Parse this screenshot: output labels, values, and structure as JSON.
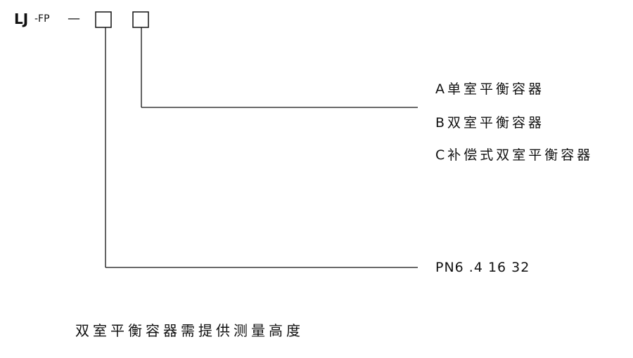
{
  "model_code": {
    "prefix": "LJ",
    "suffix": "-FP",
    "dash": "—"
  },
  "type_options": [
    "A单室平衡容器",
    "B双室平衡容器",
    "C补偿式双室平衡容器"
  ],
  "pressure_option": "PN6 .4 16 32",
  "note": "双室平衡容器需提供测量高度"
}
